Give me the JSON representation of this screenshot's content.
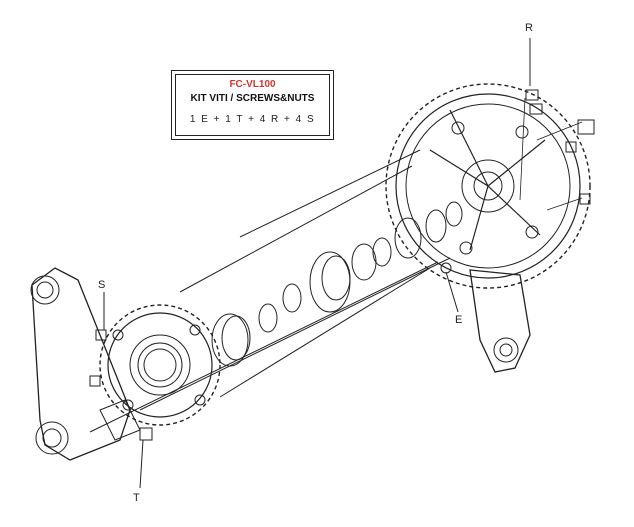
{
  "label": {
    "code": "FC-VL100",
    "title": "KIT VITI / SCREWS&NUTS",
    "formula": "1 E + 1 T + 4 R + 4 S"
  },
  "callouts": {
    "r": "R",
    "s": "S",
    "e": "E",
    "t": "T"
  },
  "colors": {
    "code": "#d0342c",
    "line": "#222222"
  }
}
